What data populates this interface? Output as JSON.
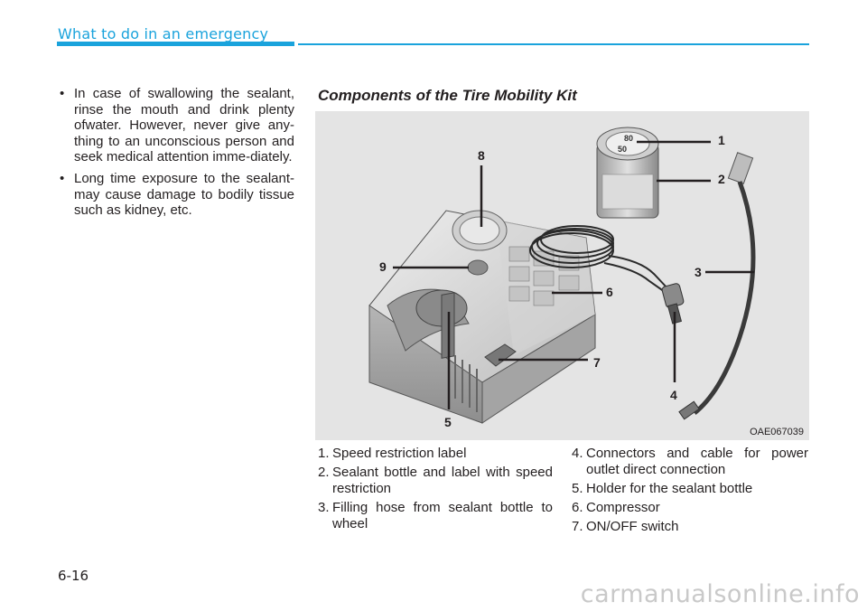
{
  "header": {
    "section_title": "What to do in an emergency"
  },
  "left_bullets": [
    {
      "marker": "•",
      "text": "In case of swallowing the sealant, rinse the mouth and drink plenty ofwater. However, never give any-thing to an unconscious person and seek medical attention imme-diately."
    },
    {
      "marker": "•",
      "text": "Long time exposure to the sealant-may cause damage to bodily tissue such as kidney, etc."
    }
  ],
  "section": {
    "title": "Components of the Tire Mobility Kit"
  },
  "figure": {
    "code": "OAE067039",
    "callouts": [
      "1",
      "2",
      "3",
      "4",
      "5",
      "6",
      "7",
      "8",
      "9"
    ],
    "speed_label": {
      "top": "80",
      "bottom": "50"
    }
  },
  "legend": {
    "col1": [
      {
        "n": "1.",
        "t": "Speed restriction label"
      },
      {
        "n": "2.",
        "t": "Sealant bottle and label with speed restriction"
      },
      {
        "n": "3.",
        "t": "Filling hose from sealant bottle to wheel"
      }
    ],
    "col2": [
      {
        "n": "4.",
        "t": "Connectors and cable for power outlet direct connection"
      },
      {
        "n": "5.",
        "t": "Holder for the sealant bottle"
      },
      {
        "n": "6.",
        "t": "Compressor"
      },
      {
        "n": "7.",
        "t": "ON/OFF switch"
      }
    ]
  },
  "footer": {
    "page_number": "6-16",
    "watermark": "carmanualsonline.info"
  },
  "colors": {
    "accent": "#1aa3dc",
    "text": "#231f20",
    "figure_bg": "#e8e8e8"
  }
}
